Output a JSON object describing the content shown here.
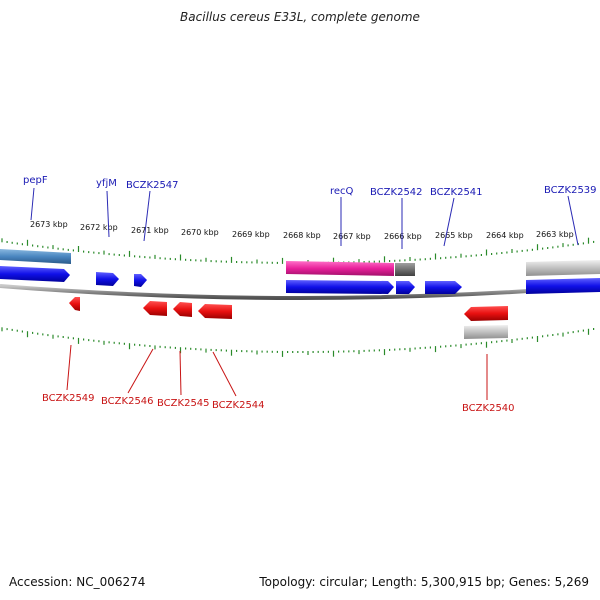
{
  "title": "Bacillus cereus E33L, complete genome",
  "accession": "Accession: NC_006274",
  "stats": "Topology: circular; Length: 5,300,915 bp; Genes: 5,269",
  "colors": {
    "forward_gene": "#1010e8",
    "reverse_gene": "#e81010",
    "forward_label": "#1a1ab4",
    "reverse_label": "#c81414",
    "tick": "#2a8a2a",
    "backbone": "#8a8a8a",
    "cds_light_blue": "#4a86c0",
    "rrna_pink": "#e8209a",
    "pseudo_gray": "#c0c0c0",
    "dark_gray": "#707070"
  },
  "kbp_ticks": [
    "2673 kbp",
    "2672 kbp",
    "2671 kbp",
    "2670 kbp",
    "2669 kbp",
    "2668 kbp",
    "2667 kbp",
    "2666 kbp",
    "2665 kbp",
    "2664 kbp",
    "2663 kbp"
  ],
  "forward_labels": [
    "pepF",
    "yfjM",
    "BCZK2547",
    "recQ",
    "BCZK2542",
    "BCZK2541",
    "BCZK2539"
  ],
  "reverse_labels": [
    "BCZK2549",
    "BCZK2546",
    "BCZK2545",
    "BCZK2544",
    "BCZK2540"
  ]
}
